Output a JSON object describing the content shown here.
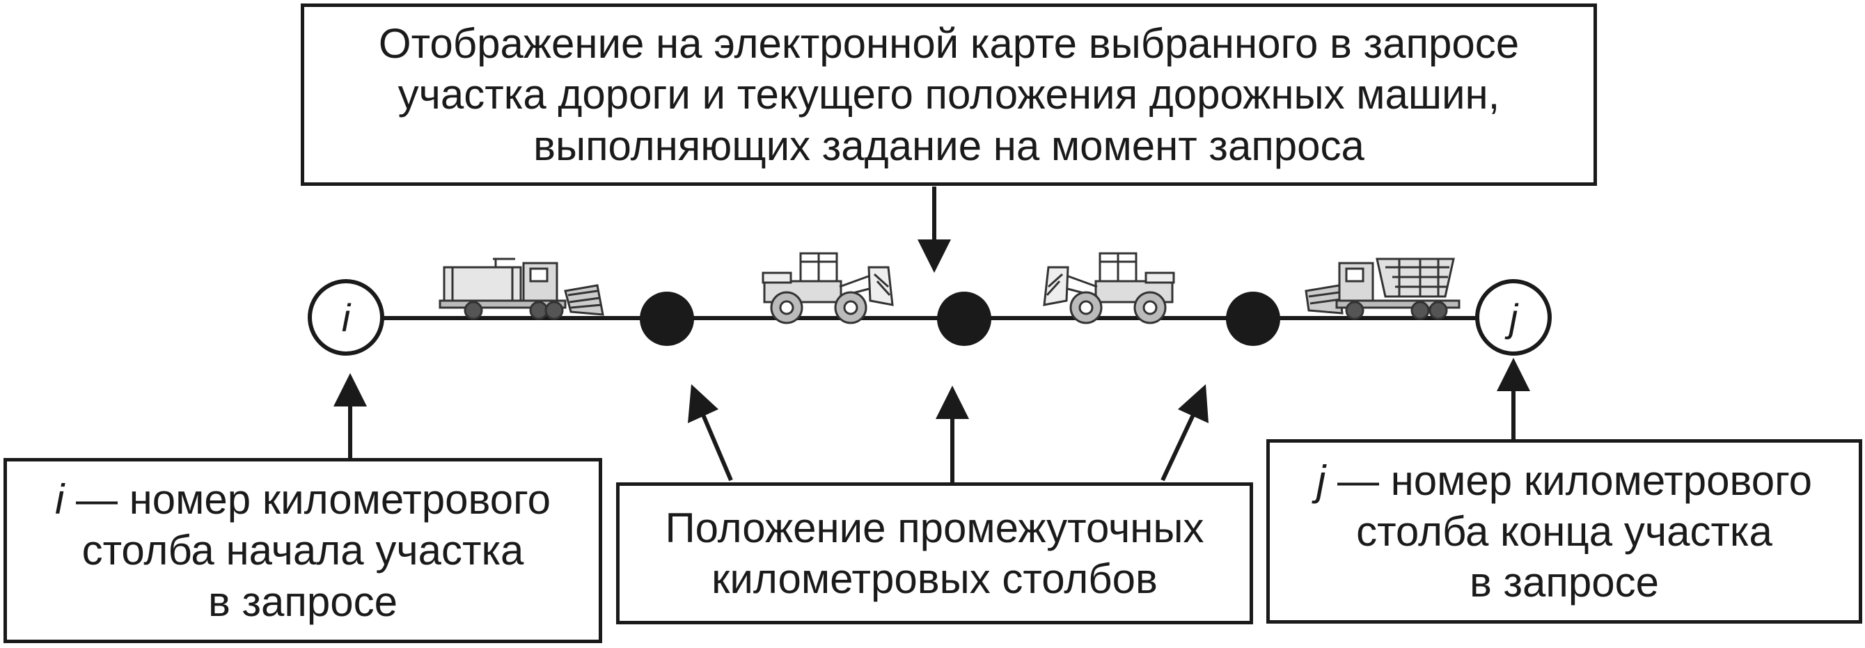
{
  "top_note": {
    "lines": [
      "Отображение на электронной карте выбранного в запросе",
      "участка дороги и текущего положения дорожных машин,",
      "выполняющих задание на момент запроса"
    ]
  },
  "road": {
    "start_node_label": "i",
    "end_node_label": "j",
    "intermediate_posts": 3,
    "vehicles": [
      "snowplow-truck-icon",
      "wheel-loader-icon",
      "wheel-loader-icon",
      "spreader-truck-icon"
    ]
  },
  "left_note": {
    "var": "i",
    "line1_rest": " — номер километрового",
    "line2": "столба начала участка",
    "line3": "в запросе"
  },
  "middle_note": {
    "line1": "Положение промежуточных",
    "line2": "километровых столбов"
  },
  "right_note": {
    "var": "j",
    "line1_rest": " — номер километрового",
    "line2": "столба конца участка",
    "line3": "в запросе"
  }
}
